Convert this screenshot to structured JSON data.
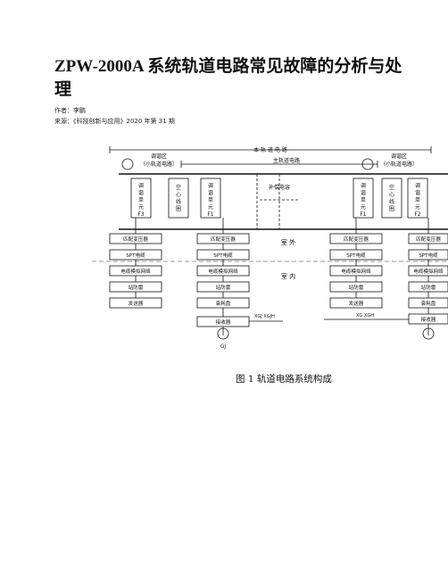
{
  "article": {
    "title": "ZPW-2000A 系统轨道电路常见故障的分析与处理",
    "author": "作者：李鹏",
    "source": "来源：《科技创新与应用》2020 年第 31 期"
  },
  "figure": {
    "caption": "图 1  轨道电路系统构成",
    "top_main_label": "本 轨 道 电 路",
    "main_track_label": "主轨道电路",
    "tuning_zone_label": "调谐区",
    "small_track_label": "（小轨道电路）",
    "compensation_label": "补偿电容",
    "outdoor_label": "室  外",
    "indoor_label": "室  内",
    "tuning_unit_f3": [
      "调",
      "谐",
      "单",
      "元",
      "F3"
    ],
    "tuning_unit_f1": [
      "调",
      "谐",
      "单",
      "元",
      "F1"
    ],
    "tuning_unit_f2": [
      "调",
      "谐",
      "单",
      "元",
      "F2"
    ],
    "air_coil": [
      "空",
      "心",
      "线",
      "圈"
    ],
    "matching_transformer": "匹配变压器",
    "spt_cable": "SPT电缆",
    "cable_sim_network": "电缆模拟网络",
    "lightning_protector": "站防雷",
    "attenuator": "衰耗盘",
    "receiver": "接收器",
    "transmitter": "发送器",
    "gj": "GJ",
    "xgj_xgjh": "XGJ  XGJH",
    "xg_xgh": "XG  XGH"
  }
}
